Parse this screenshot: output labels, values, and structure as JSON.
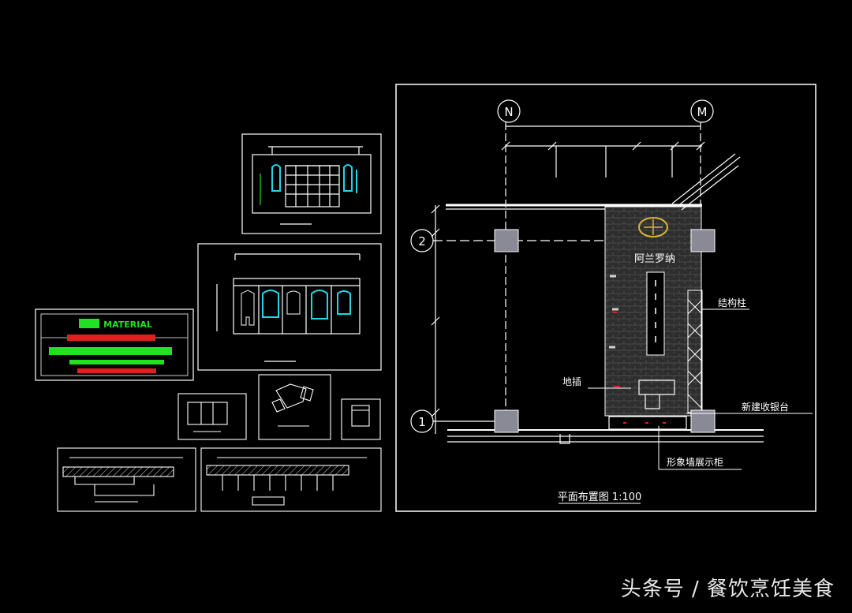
{
  "grid_axes": {
    "top_left": "N",
    "top_right": "M",
    "left_upper": "2",
    "left_lower": "1"
  },
  "sign_text": "阿兰罗纳",
  "legend_title": "MATERIAL",
  "labels": {
    "column": "结构柱",
    "floor_socket": "地插",
    "counter": "新建收银台",
    "display": "形象墙展示柜"
  },
  "drawing_title": "平面布置图 1:100",
  "watermark": "头条号 / 餐饮烹饪美食",
  "colors": {
    "line": "#ffffff",
    "cyan": "#23d6e6",
    "green": "#22e022",
    "red": "#e02020",
    "column": "#8a8a96"
  }
}
